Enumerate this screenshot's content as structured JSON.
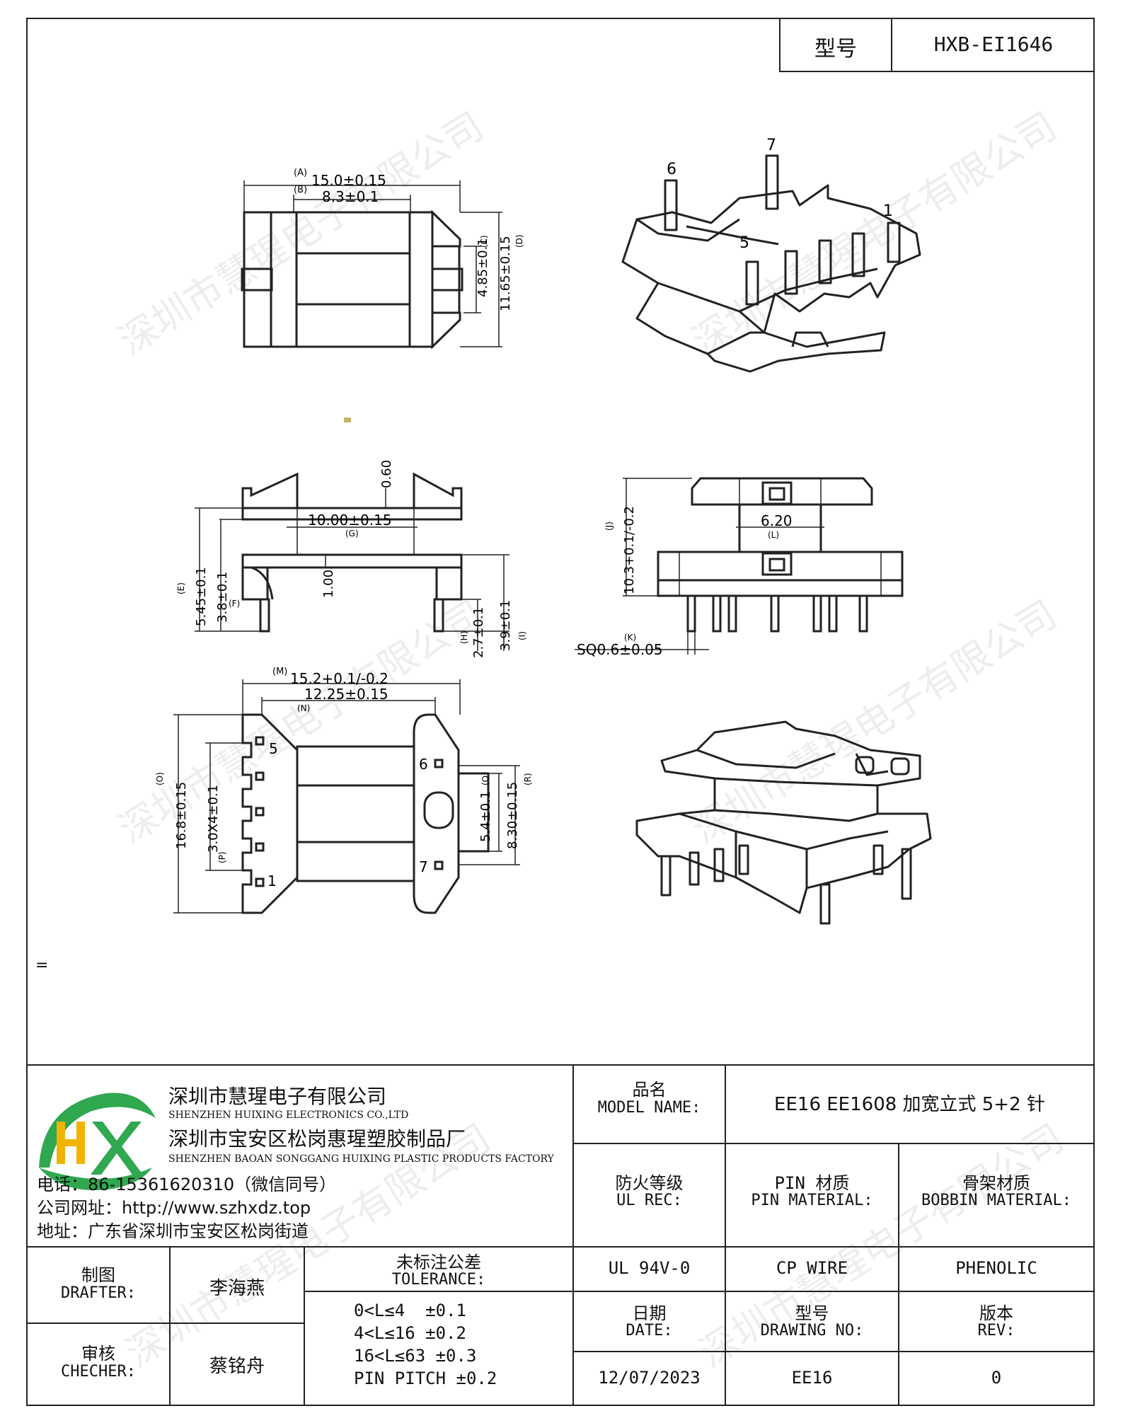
{
  "header": {
    "model_label": "型号",
    "model_value": "HXB-EI1646"
  },
  "watermark": "深圳市慧瑆电子有限公司",
  "stray_mark": "=",
  "views": {
    "top_view": {
      "dim_a": "15.0±0.15",
      "dim_a_tag": "(A)",
      "dim_b": "8.3±0.1",
      "dim_b_tag": "(B)",
      "dim_c": "4.85±0.1",
      "dim_c_tag": "(C)",
      "dim_d": "11.65±0.15",
      "dim_d_tag": "(D)"
    },
    "iso_top": {
      "pin_6": "6",
      "pin_7": "7",
      "pin_5": "5",
      "pin_1": "1"
    },
    "side_view": {
      "dim_060": "0.60",
      "dim_g": "10.00±0.15",
      "dim_g_tag": "(G)",
      "dim_100": "1.00",
      "dim_e": "5.45±0.1",
      "dim_e_tag": "(E)",
      "dim_f": "3.8±0.1",
      "dim_f_tag": "(F)",
      "dim_h": "2.7±0.1",
      "dim_h_tag": "(H)",
      "dim_i": "3.9±0.1",
      "dim_i_tag": "(I)"
    },
    "front_view": {
      "dim_j": "10.3+0.1/-0.2",
      "dim_j_tag": "(J)",
      "dim_l": "6.20",
      "dim_l_tag": "(L)",
      "dim_k": "SQ0.6±0.05",
      "dim_k_tag": "(K)"
    },
    "bottom_view": {
      "dim_m": "15.2+0.1/-0.2",
      "dim_m_tag": "(M)",
      "dim_n": "12.25±0.15",
      "dim_n_tag": "(N)",
      "dim_o": "16.8±0.15",
      "dim_o_tag": "(O)",
      "dim_p": "3.0X4±0.1",
      "dim_p_tag": "(P)",
      "dim_q": "5.4±0.1",
      "dim_q_tag": "(Q)",
      "dim_r": "8.30±0.15",
      "dim_r_tag": "(R)",
      "pin_5": "5",
      "pin_1": "1",
      "pin_6": "6",
      "pin_7": "7"
    }
  },
  "company": {
    "logo_letters": "HX",
    "name_cn": "深圳市慧瑆电子有限公司",
    "name_en": "SHENZHEN HUIXING ELECTRONICS CO.,LTD",
    "factory_cn": "深圳市宝安区松岗惠瑆塑胶制品厂",
    "factory_en": "SHENZHEN BAOAN SONGGANG HUIXING PLASTIC PRODUCTS FACTORY",
    "phone": "电话：86-15361620310（微信同号）",
    "website": "公司网址：http://www.szhxdz.top",
    "address": "地址：广东省深圳市宝安区松岗街道"
  },
  "title_block": {
    "model_name_cn": "品名",
    "model_name_en": "MODEL NAME:",
    "model_name_value": "EE16 EE1608 加宽立式 5+2 针",
    "ul_cn": "防火等级",
    "ul_en": "UL REC:",
    "pin_mat_cn": "PIN 材质",
    "pin_mat_en": "PIN MATERIAL:",
    "bobbin_mat_cn": "骨架材质",
    "bobbin_mat_en": "BOBBIN MATERIAL:",
    "ul_value": "UL 94V-0",
    "pin_mat_value": "CP WIRE",
    "bobbin_mat_value": "PHENOLIC",
    "drafter_cn": "制图",
    "drafter_en": "DRAFTER:",
    "drafter_value": "李海燕",
    "checker_cn": "审核",
    "checker_en": "CHECHER:",
    "checker_value": "蔡铭舟",
    "tolerance_cn": "未标注公差",
    "tolerance_en": "TOLERANCE:",
    "tolerance_lines": [
      "0<L≤4  ±0.1",
      "4<L≤16 ±0.2",
      "16<L≤63 ±0.3",
      "PIN PITCH ±0.2"
    ],
    "date_cn": "日期",
    "date_en": "DATE:",
    "date_value": "12/07/2023",
    "drawing_no_cn": "型号",
    "drawing_no_en": "DRAWING NO:",
    "drawing_no_value": "EE16",
    "rev_cn": "版本",
    "rev_en": "REV:",
    "rev_value": "0"
  }
}
